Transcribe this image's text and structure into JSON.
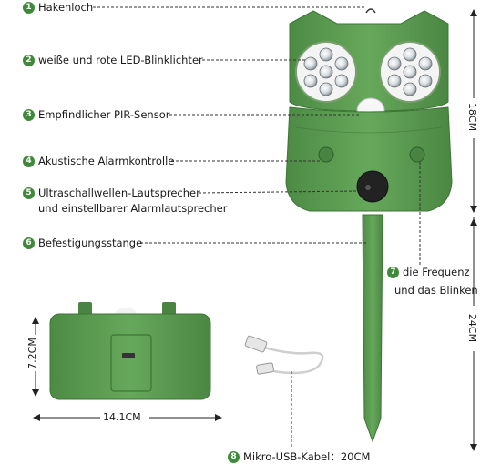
{
  "callouts": [
    {
      "num": "1",
      "text": "Hakenloch"
    },
    {
      "num": "2",
      "text": "weiße und rote LED-Blinklichter"
    },
    {
      "num": "3",
      "text": "Empfindlicher PIR-Sensor"
    },
    {
      "num": "4",
      "text": "Akustische Alarmkontrolle"
    },
    {
      "num": "5",
      "text": "Ultraschallwellen-Lautsprecher",
      "text2": "und einstellbarer Alarmlautsprecher"
    },
    {
      "num": "6",
      "text": "Befestigungsstange"
    },
    {
      "num": "7",
      "text": "die Frequenz",
      "text2": "und das Blinken"
    },
    {
      "num": "8",
      "text": "Mikro-USB-Kabel：20CM"
    }
  ],
  "dimensions": {
    "head_height": "18CM",
    "stake_length": "24CM",
    "box_height": "7.2CM",
    "box_width": "14.1CM"
  },
  "colors": {
    "body": "#5a9a4f",
    "body_dark": "#4a8442",
    "accent": "#3f8a3a"
  }
}
